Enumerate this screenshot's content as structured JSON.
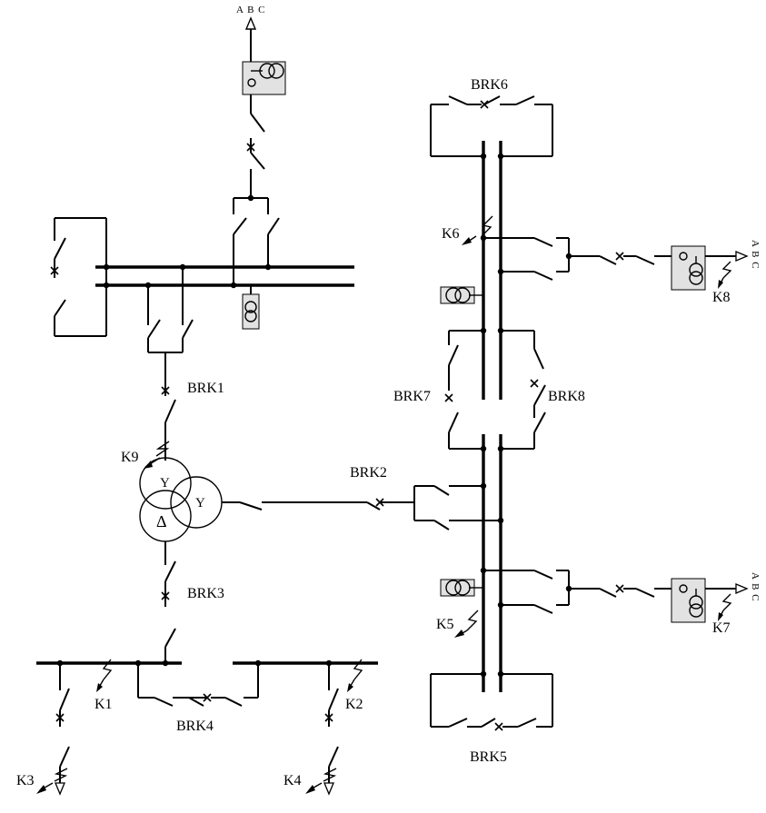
{
  "labels": {
    "top_source": "A B C",
    "right_source_upper": "A B C",
    "right_source_lower": "A B C",
    "brk1": "BRK1",
    "brk2": "BRK2",
    "brk3": "BRK3",
    "brk4": "BRK4",
    "brk5": "BRK5",
    "brk6": "BRK6",
    "brk7": "BRK7",
    "brk8": "BRK8",
    "k1": "K1",
    "k2": "K2",
    "k3": "K3",
    "k4": "K4",
    "k5": "K5",
    "k6": "K6",
    "k7": "K7",
    "k8": "K8",
    "k9": "K9",
    "winding_hv": "Y",
    "winding_mv": "Y",
    "winding_lv": "Δ"
  }
}
